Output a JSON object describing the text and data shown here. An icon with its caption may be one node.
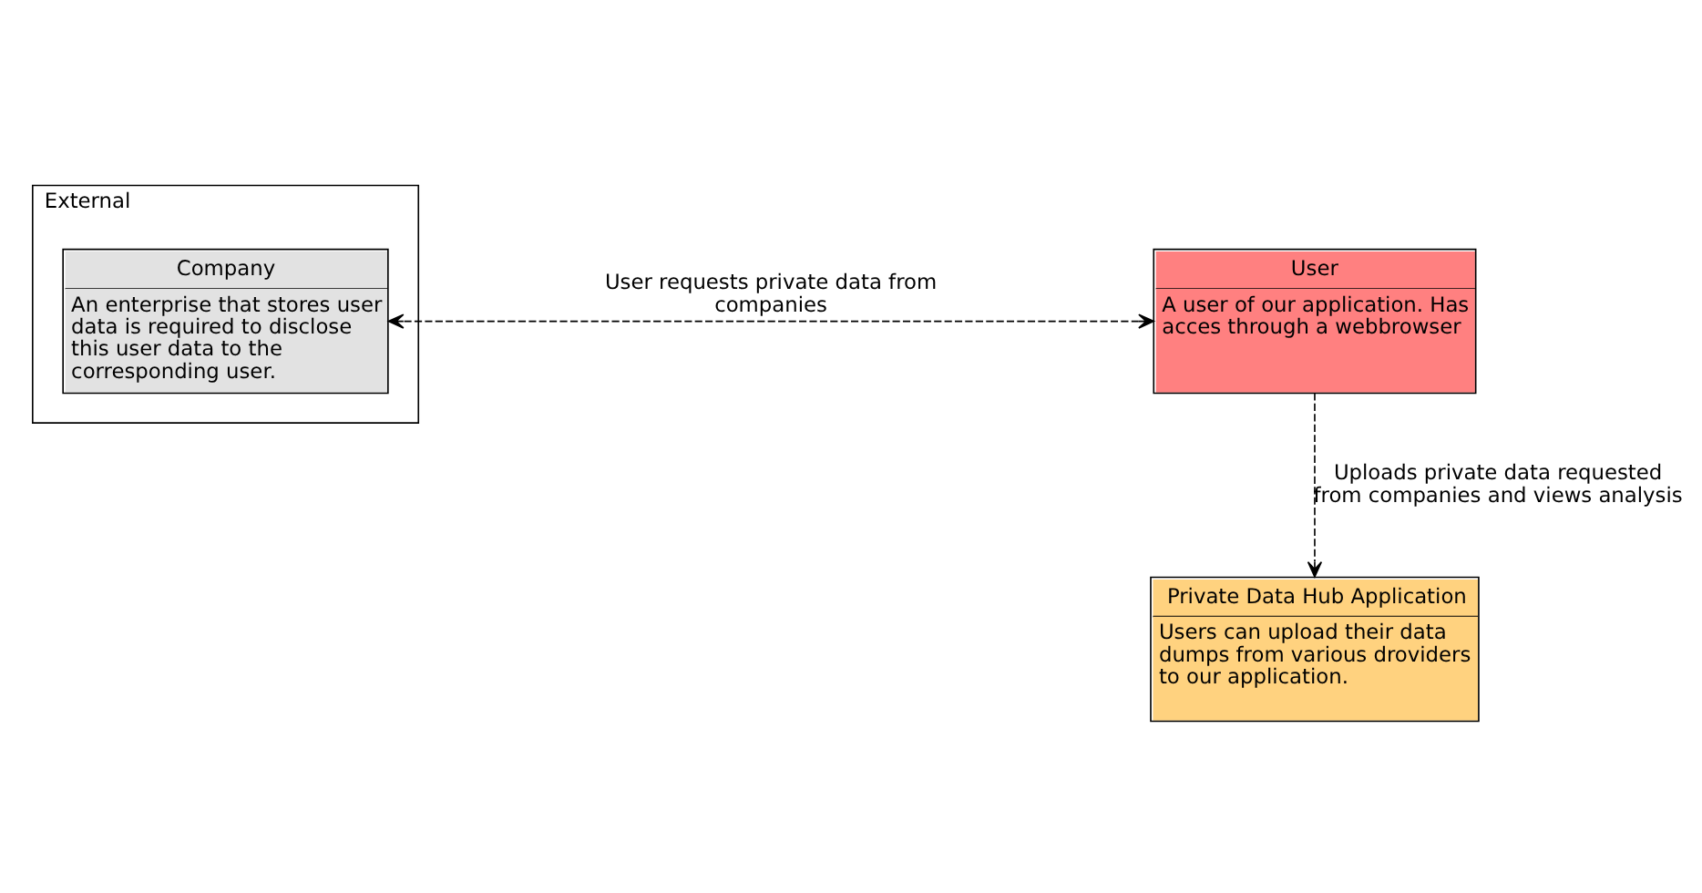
{
  "diagram": {
    "nodes": [
      {
        "text": [
          "External"
        ]
      },
      {
        "text": [
          "User",
          "A user of our application. Has acces through a webbrowser"
        ]
      },
      {
        "text": [
          "Company",
          "An enterprise that stores user data is required to disclose this user data to the corresponding user."
        ],
        "in": 0
      },
      {
        "text": [
          "Private Data Hub Application",
          "Users can upload their data dumps from various droviders to our application."
        ]
      }
    ],
    "edges": [
      {
        "from": 1,
        "to": 2,
        "arrow": "both",
        "style": "dashed",
        "label": "User requests private data from companies"
      },
      {
        "from": 1,
        "to": 3,
        "arrow": "to",
        "style": "dashed",
        "label": "Uploads private data requested from companies and views analysis"
      }
    ]
  }
}
